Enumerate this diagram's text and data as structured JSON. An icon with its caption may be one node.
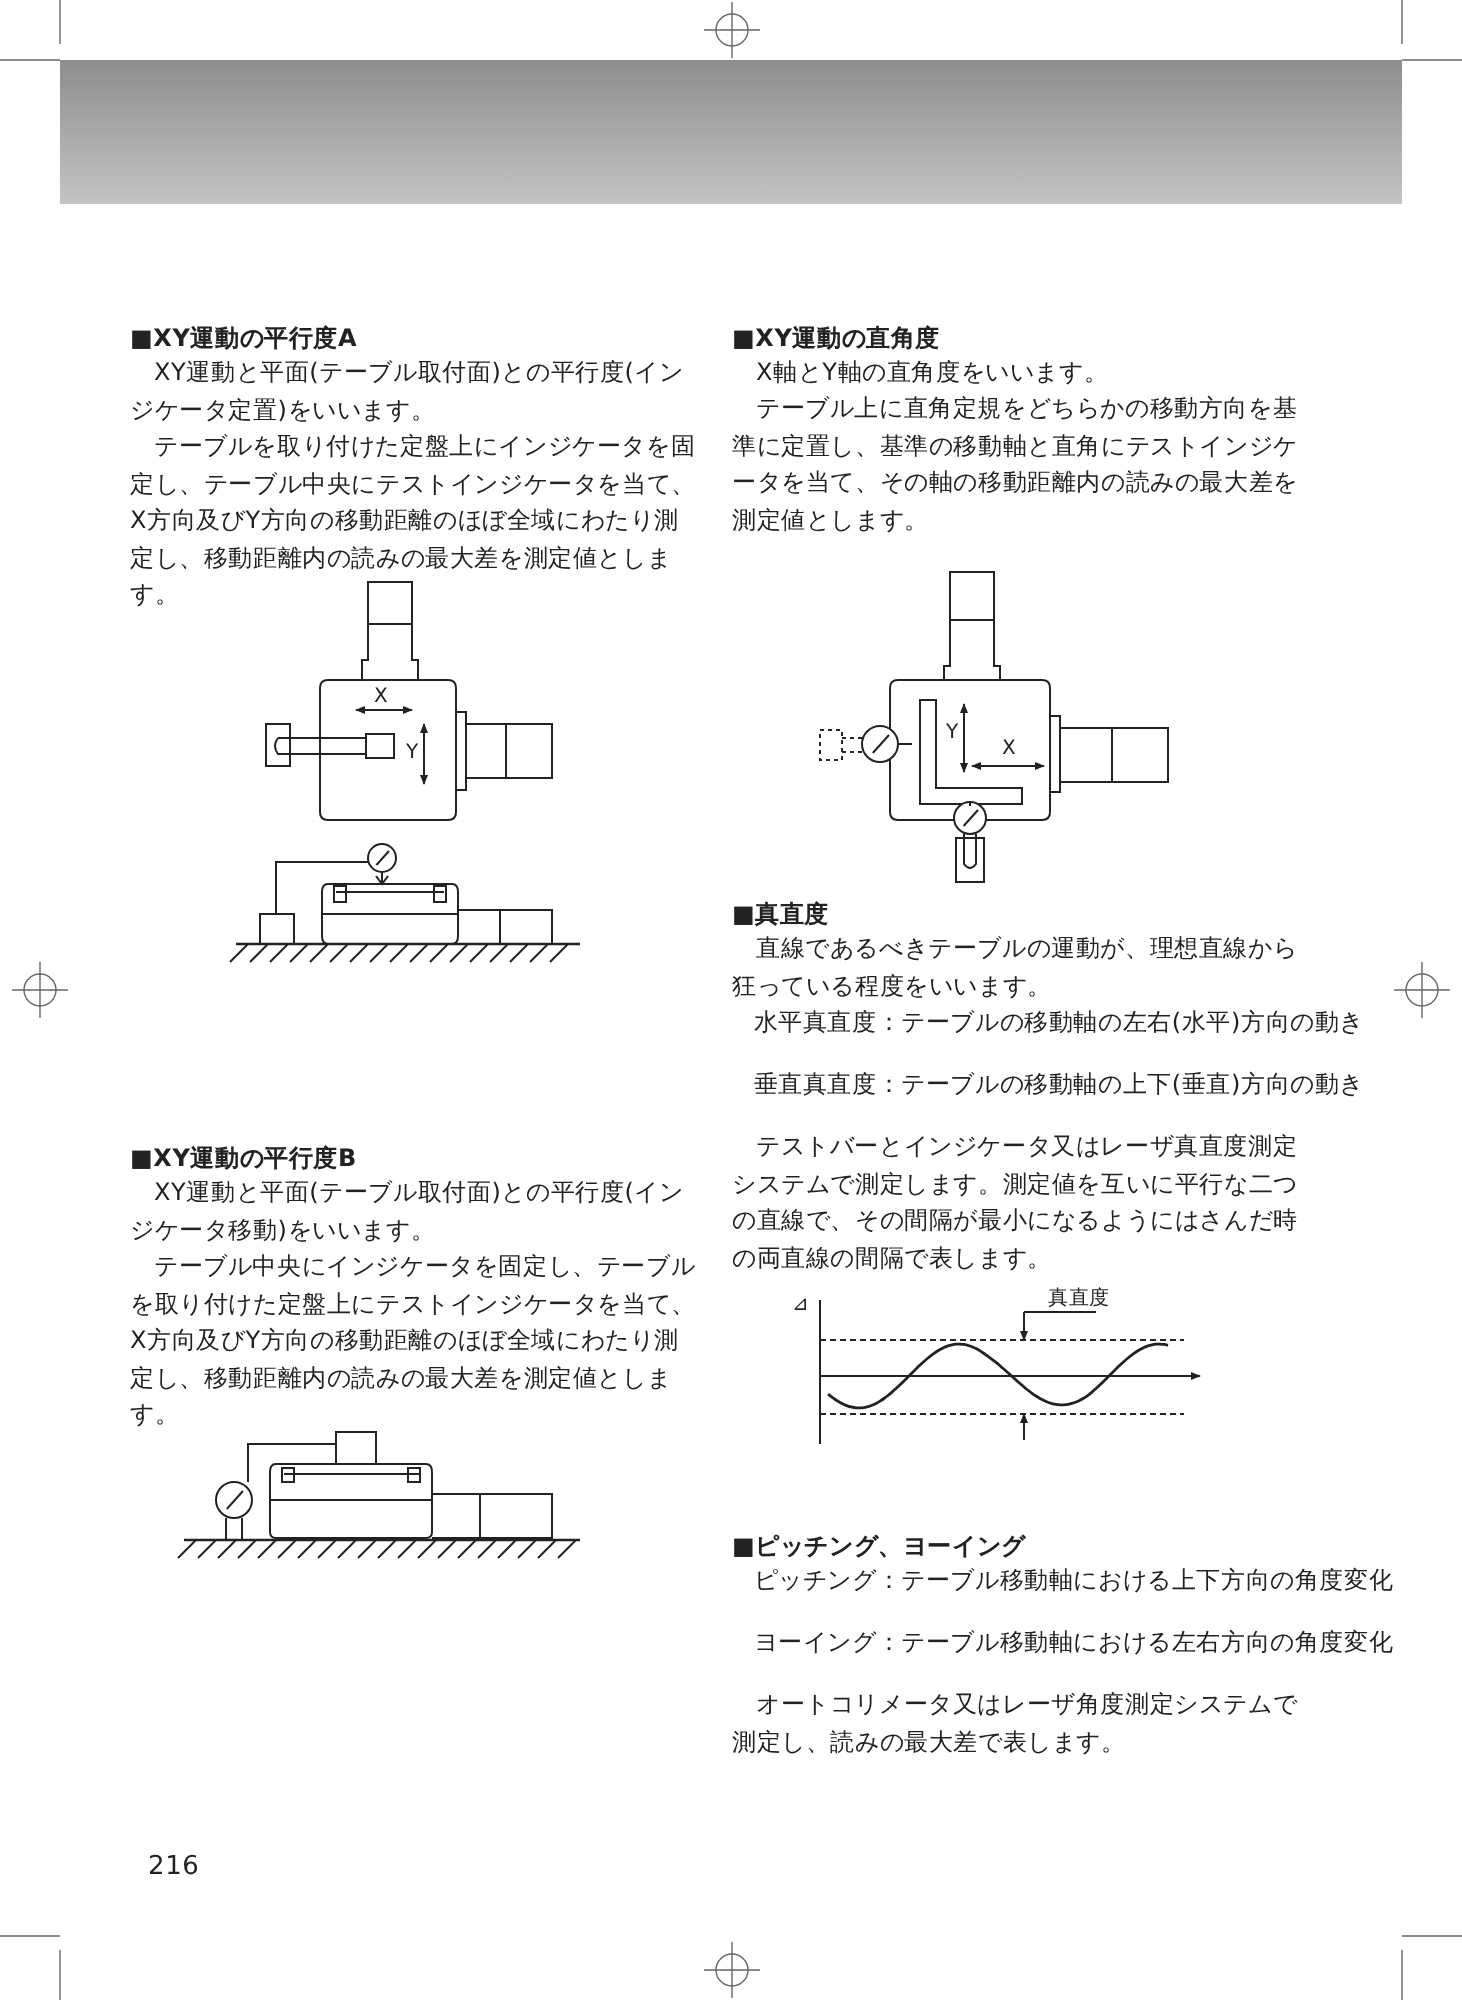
{
  "diagram": {
    "labels": [
      "■XY運動の平行度A",
      "XY運動と平面(テーブル取付面)との平行度(インジケータ定置)をいいます。",
      "テーブルを取り付けた定盤上にインジケータを固定し、テーブル中央にテストインジケータを当て、X方向及びY方向の移動距離のほぼ全域にわたり測定し、移動距離内の読みの最大差を測定値とします。",
      "X",
      "Y",
      "■XY運動の平行度B",
      "XY運動と平面(テーブル取付面)との平行度(インジケータ移動)をいいます。",
      "テーブル中央にインジケータを固定し、テーブルを取り付けた定盤上にテストインジケータを当て、X方向及びY方向の移動距離のほぼ全域にわたり測定し、移動距離内の読みの最大差を測定値とします。",
      "■XY運動の直角度",
      "X軸とY軸の直角度をいいます。",
      "テーブル上に直角定規をどちらかの移動方向を基準に定置し、基準の移動軸と直角にテストインジケータを当て、その軸の移動距離内の読みの最大差を測定値とします。",
      "Y",
      "X",
      "■真直度",
      "直線であるべきテーブルの運動が、理想直線から狂っている程度をいいます。",
      "水平真直度：テーブルの移動軸の左右(水平)方向の動き",
      "垂直真直度：テーブルの移動軸の上下(垂直)方向の動き",
      "テストバーとインジケータ又はレーザ真直度測定システムで測定します。測定値を互いに平行な二つの直線で、その間隔が最小になるようにはさんだ時の両直線の間隔で表します。",
      "⊿",
      "真直度",
      "■ピッチング、ヨーイング",
      "ピッチング：テーブル移動軸における上下方向の角度変化",
      "ヨーイング：テーブル移動軸における左右方向の角度変化",
      "オートコリメータ又はレーザ角度測定システムで測定し、読みの最大差で表します。",
      "216"
    ]
  }
}
